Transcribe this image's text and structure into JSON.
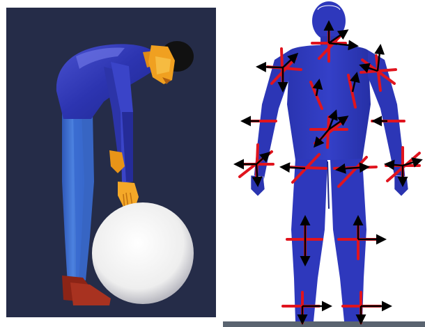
{
  "figure": {
    "panels": [
      {
        "id": "left",
        "depicts": "3d-rendered-human-bending-over-ball"
      },
      {
        "id": "right",
        "depicts": "front-view-body-with-segment-axes"
      }
    ]
  },
  "colors": {
    "left_background": "#252c48",
    "body_blue": "#2b35b8",
    "pants_blue": "#3c6fd4",
    "skin_orange": "#f0a020",
    "ball_white": "#f4f4f4",
    "shoe_red": "#a0301c",
    "axis_red": "#e0141e",
    "arrow_black": "#000000",
    "floor_gray": "#5a6470"
  },
  "icons": [
    "arrow-icon",
    "crosshair-icon"
  ]
}
